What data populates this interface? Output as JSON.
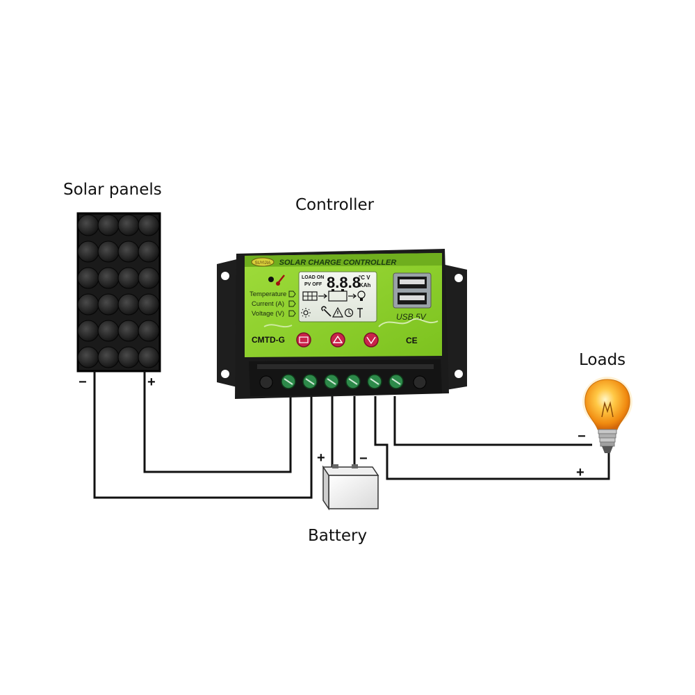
{
  "labels": {
    "solar": "Solar panels",
    "controller": "Controller",
    "loads": "Loads",
    "battery": "Battery"
  },
  "polarity": {
    "panel_minus": "−",
    "panel_plus": "+",
    "battery_plus": "+",
    "battery_minus": "−",
    "load_minus": "−",
    "load_plus": "+"
  },
  "controller": {
    "header": "SOLAR CHARGE CONTROLLER",
    "brand": "SUYIJIA",
    "model": "CMTD-G",
    "cert": "CE",
    "usb": "USB 5V",
    "lcd_load_on": "LOAD ON",
    "lcd_pv_off": "PV OFF",
    "lcd_digits": "8.8.8",
    "lcd_unit_cv": "°C V",
    "lcd_unit_kah": "KAh",
    "menu": [
      "Temperature",
      "Current (A)",
      "Voltage (V)"
    ]
  },
  "colors": {
    "panel_green": "#8ccf2e",
    "housing": "#1c1c1c",
    "button_red": "#c9244a",
    "bulb_glow": "#f7a21b",
    "wire": "#111111"
  },
  "icons": [
    "thermometer-icon",
    "sun-icon",
    "moon-icon",
    "wrench-icon",
    "warning-icon",
    "clock-icon",
    "bulb-icon",
    "battery-icon",
    "solar-grid-icon"
  ]
}
